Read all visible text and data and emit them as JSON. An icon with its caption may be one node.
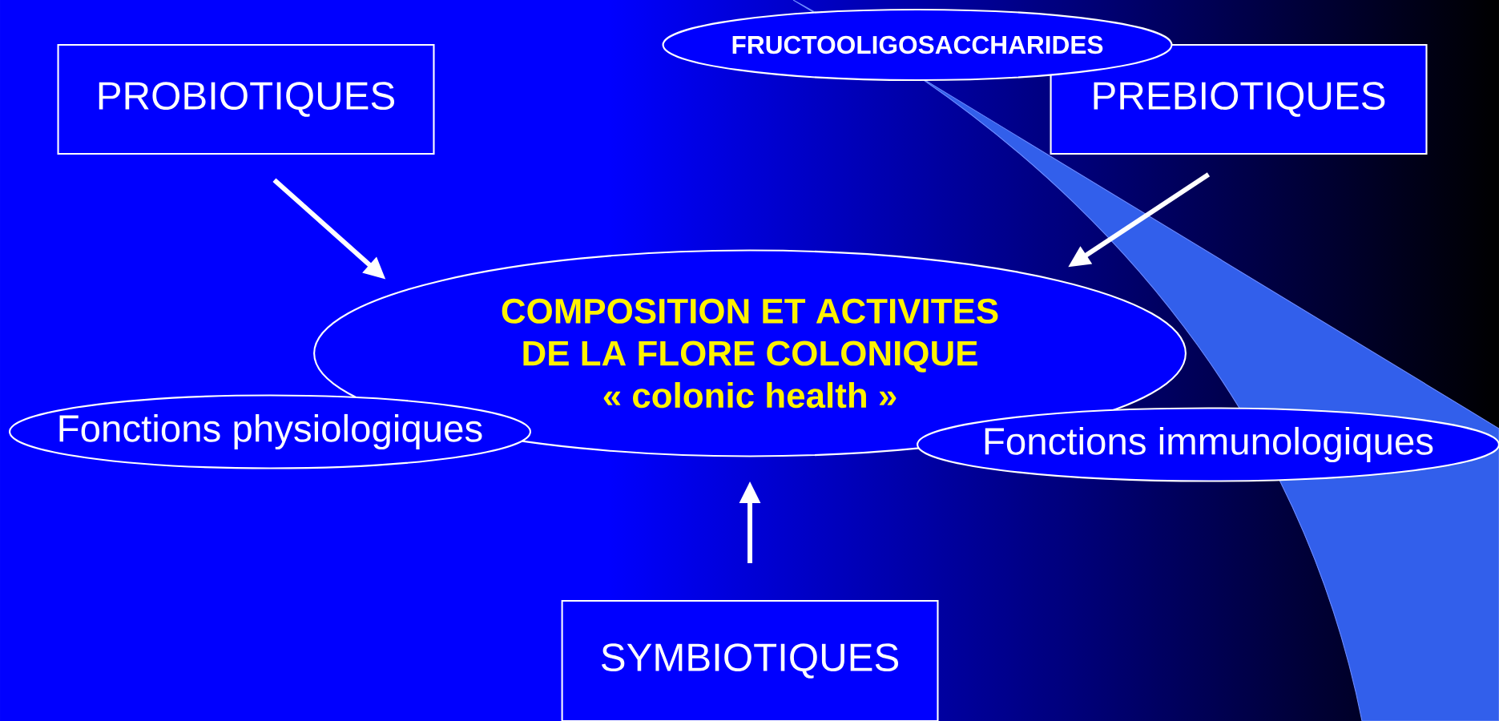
{
  "diagram": {
    "nodes": [
      {
        "text": [
          "PROBIOTIQUES"
        ]
      },
      {
        "text": [
          "FRUCTOOLIGOSACCHARIDES"
        ]
      },
      {
        "text": [
          "PREBIOTIQUES"
        ]
      },
      {
        "text": [
          "COMPOSITION ET ACTIVITES DE LA FLORE COLONIQUE",
          "« colonic health »"
        ]
      },
      {
        "text": [
          "Fonctions physiologiques"
        ]
      },
      {
        "text": [
          "Fonctions immunologiques"
        ]
      },
      {
        "text": [
          "SYMBIOTIQUES"
        ]
      }
    ],
    "edges": [
      {
        "from": 0,
        "to": 3,
        "arrow": "to"
      },
      {
        "from": 2,
        "to": 3,
        "arrow": "to"
      },
      {
        "from": 6,
        "to": 3,
        "arrow": "to"
      }
    ]
  }
}
